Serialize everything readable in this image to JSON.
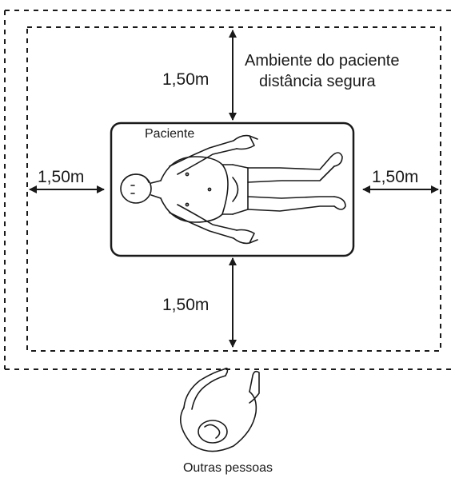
{
  "labels": {
    "zone_title_line1": "Ambiente do paciente",
    "zone_title_line2": "distância segura",
    "patient": "Paciente",
    "distance_top": "1,50m",
    "distance_left": "1,50m",
    "distance_right": "1,50m",
    "distance_bottom": "1,50m",
    "other_people": "Outras pessoas"
  },
  "colors": {
    "ink": "#1a1a1a",
    "background": "#ffffff"
  }
}
